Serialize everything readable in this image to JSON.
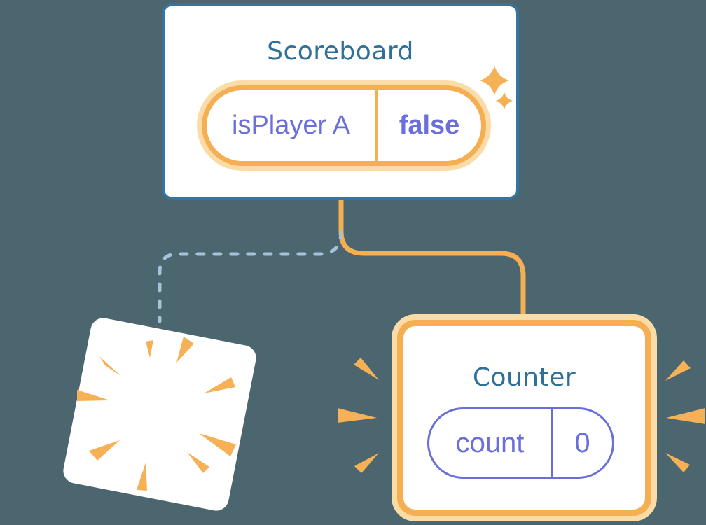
{
  "diagram": {
    "background_color": "#4C6670",
    "scoreboard": {
      "title": "Scoreboard",
      "state": {
        "name": "isPlayer A",
        "value": "false"
      }
    },
    "counter": {
      "title": "Counter",
      "state": {
        "name": "count",
        "value": "0"
      }
    },
    "destroyed_component": {
      "description": "empty card destroyed in a poof"
    },
    "colors": {
      "card_border_blue": "#35749E",
      "title_text_blue": "#2F7099",
      "state_text_purple": "#6A6FDB",
      "highlight_orange": "#F5AE52",
      "highlight_orange_pale": "#FBDCA6",
      "burst_orange": "#F6B157",
      "dashed_connector_blue": "#A5C2D8",
      "card_background": "#FFFFFF"
    },
    "icons": {
      "sparkles": "sparkles-icon",
      "poof": "poof-burst-icon",
      "emphasis": "emphasis-rays-icon"
    }
  }
}
